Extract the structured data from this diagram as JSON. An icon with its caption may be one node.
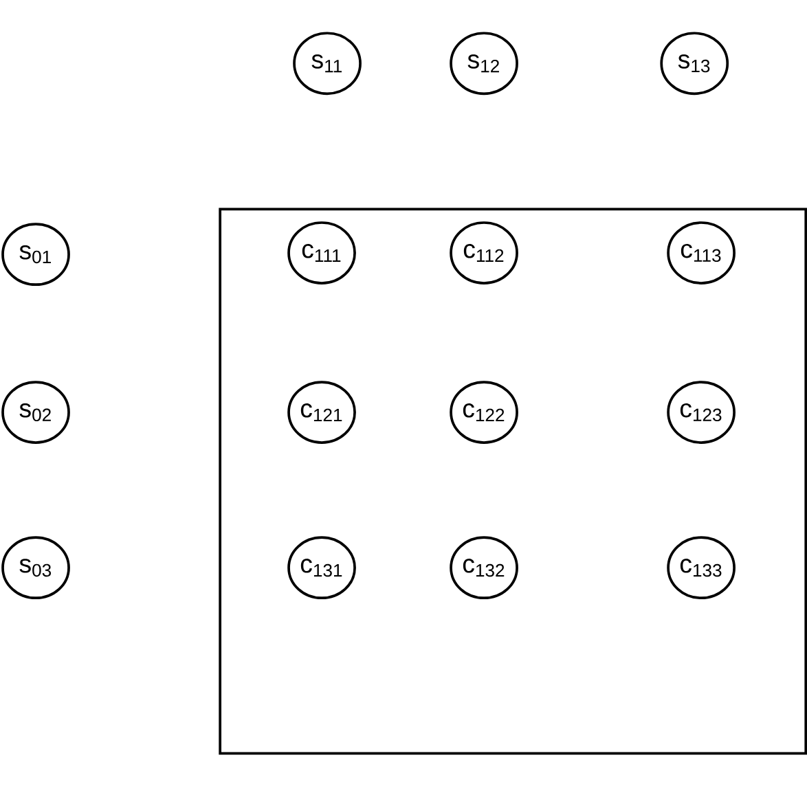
{
  "diagram": {
    "nodes": [
      {
        "text": [
          "s$_{11}$"
        ]
      },
      {
        "text": [
          "s$_{12}$"
        ]
      },
      {
        "text": [
          "s$_{13}$"
        ]
      },
      {
        "text": [],
        "shape": "box"
      },
      {
        "text": [
          "s$_{01}$"
        ]
      },
      {
        "text": [
          "c$_{111}$"
        ],
        "in": 3
      },
      {
        "text": [
          "c$_{112}$"
        ],
        "in": 3
      },
      {
        "text": [
          "c$_{113}$"
        ],
        "in": 3
      },
      {
        "text": [
          "s$_{02}$"
        ]
      },
      {
        "text": [
          "c$_{121}$"
        ],
        "in": 3
      },
      {
        "text": [
          "c$_{122}$"
        ],
        "in": 3
      },
      {
        "text": [
          "c$_{123}$"
        ],
        "in": 3
      },
      {
        "text": [
          "s$_{03}$"
        ]
      },
      {
        "text": [
          "c$_{131}$"
        ],
        "in": 3
      },
      {
        "text": [
          "c$_{132}$"
        ],
        "in": 3
      },
      {
        "text": [
          "c$_{133}$"
        ],
        "in": 3
      }
    ]
  }
}
